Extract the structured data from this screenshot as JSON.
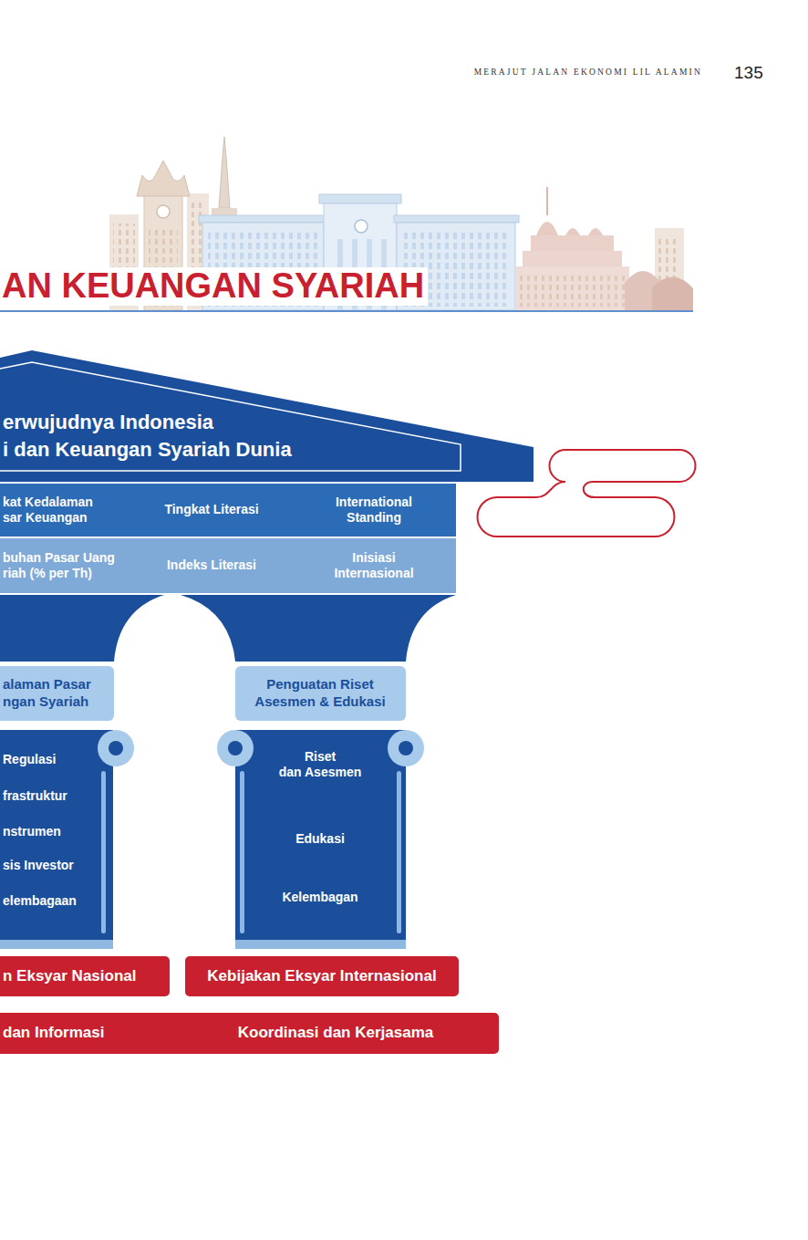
{
  "diagram": {
    "title": "AN KEUANGAN SYARIAH",
    "nodes": [
      {
        "text": [
          "erwujudnya Indonesia i dan Keuangan Syariah Dunia"
        ]
      },
      {
        "text": [
          "kat Kedalaman sar Keuangan"
        ]
      },
      {
        "text": [
          "Tingkat Literasi"
        ]
      },
      {
        "text": [
          "International Standing"
        ]
      },
      {
        "text": [
          "buhan Pasar Uang riah (% per Th)"
        ]
      },
      {
        "text": [
          "Indeks Literasi"
        ]
      },
      {
        "text": [
          "Inisiasi Internasional"
        ]
      },
      {
        "text": [
          "alaman Pasar ngan Syariah"
        ]
      },
      {
        "text": [
          "Penguatan Riset Asesmen & Edukasi"
        ]
      },
      {
        "text": [
          "Regulasi",
          "frastruktur",
          "nstrumen",
          "sis Investor",
          "elembagaan"
        ]
      },
      {
        "text": [
          "Riset dan Asesmen",
          "Edukasi",
          "Kelembagan"
        ]
      },
      {
        "text": [
          "n Eksyar Nasional"
        ]
      },
      {
        "text": [
          "Kebijakan Eksyar Internasional"
        ]
      },
      {
        "text": [
          "dan Informasi",
          "Koordinasi dan Kerjasama"
        ]
      }
    ],
    "labels": [
      "MERAJUT JALAN EKONOMI LIL ALAMIN",
      "135"
    ]
  }
}
